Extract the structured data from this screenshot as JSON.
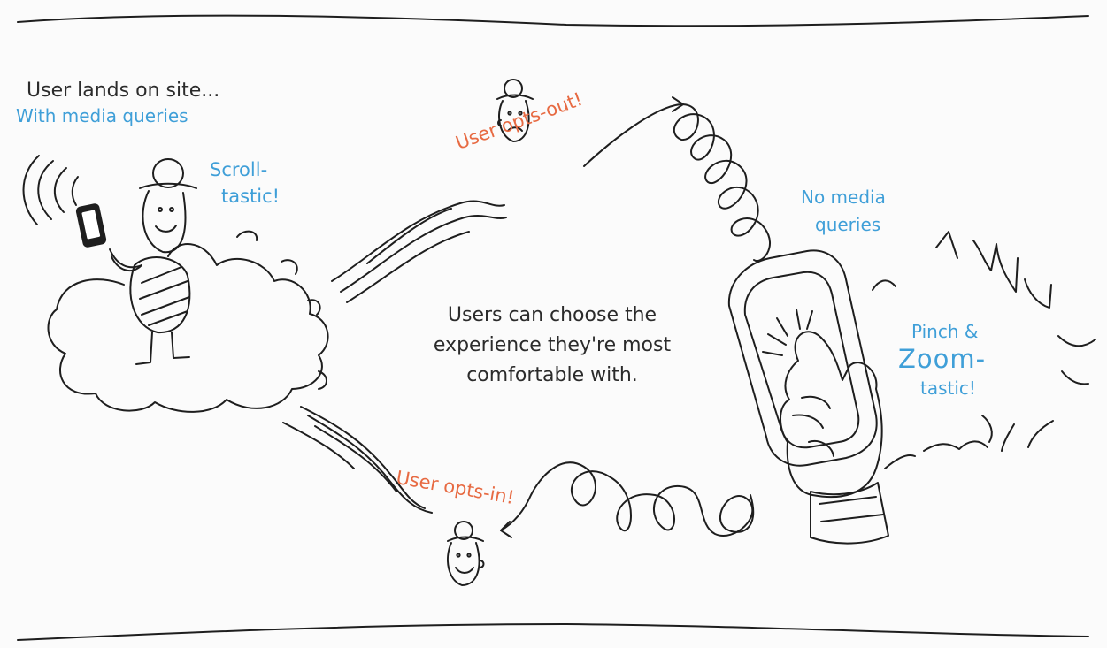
{
  "top_left": {
    "line1": "User lands on site...",
    "line2": "With media queries"
  },
  "scroll_label": {
    "line1": "Scroll-",
    "line2": "tastic!"
  },
  "opt_out_label": "User opts-out!",
  "opt_in_label": "User opts-in!",
  "no_media_label": {
    "line1": "No media",
    "line2": "queries"
  },
  "center_message": {
    "line1": "Users can choose the",
    "line2": "experience they're most",
    "line3": "comfortable with."
  },
  "pinch_label": {
    "line1": "Pinch &",
    "line2": "Zoom-",
    "line3": "tastic!"
  },
  "colors": {
    "ink": "#1e1e1e",
    "blue": "#3f9fd8",
    "orange": "#e76a42"
  },
  "icons": [
    "phone-icon",
    "smartphone-icon",
    "hand-icon",
    "person-icon"
  ]
}
